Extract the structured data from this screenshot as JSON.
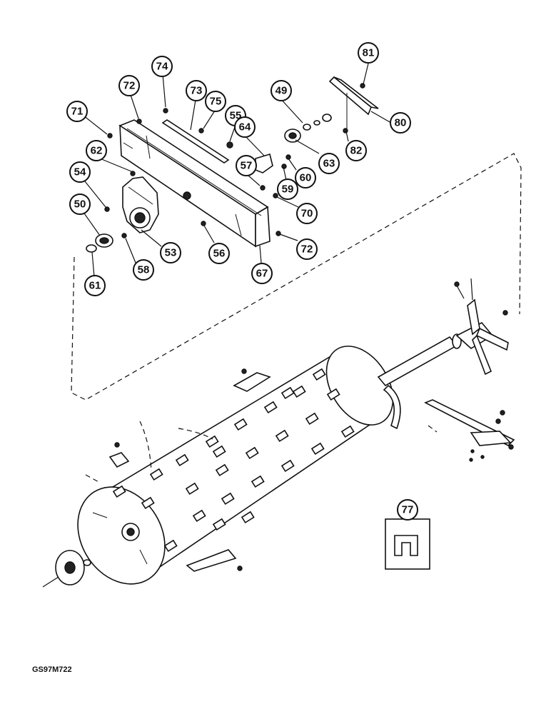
{
  "callouts": [
    "81",
    "74",
    "72",
    "73",
    "75",
    "55",
    "49",
    "80",
    "71",
    "64",
    "62",
    "63",
    "82",
    "57",
    "60",
    "54",
    "59",
    "50",
    "70",
    "53",
    "56",
    "72",
    "58",
    "61",
    "67",
    "77"
  ],
  "drawing_code": "GS97M722"
}
